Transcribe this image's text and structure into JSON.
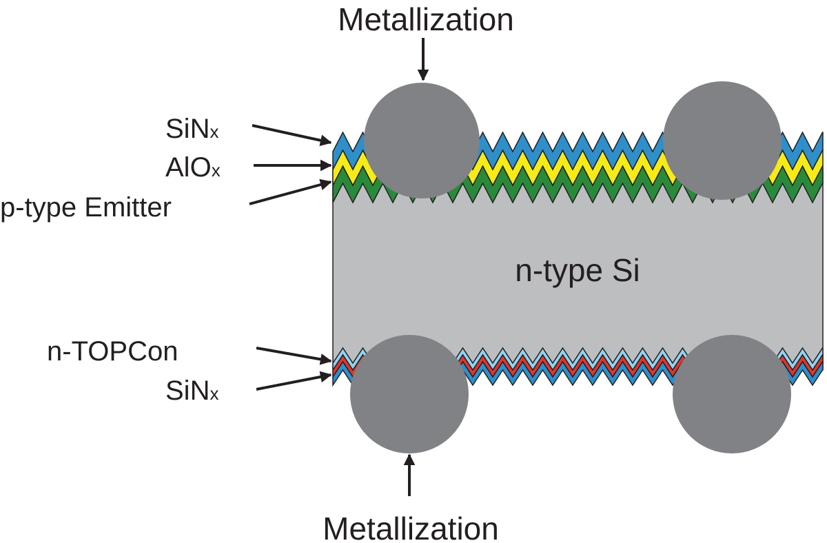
{
  "labels": {
    "top_metallization": "Metallization",
    "bottom_metallization": "Metallization",
    "front_sinx_base": "SiN",
    "front_sinx_sub": "x",
    "aloх_placeholder": "",
    "alox_base": "AlO",
    "alox_sub": "x",
    "emitter": "p-type Emitter",
    "bulk": "n-type Si",
    "topcon": "n-TOPCon",
    "rear_sinx_base": "SiN",
    "rear_sinx_sub": "x"
  },
  "colors": {
    "front_sinx": "#2e8fcb",
    "alox": "#f6eb16",
    "emitter": "#2a8a3c",
    "bulk": "#bcbec0",
    "topcon": "#8fd3f2",
    "rear_red": "#e0362c",
    "rear_sinx": "#2e8fcb",
    "metal": "#808285",
    "outline": "#231f20"
  }
}
